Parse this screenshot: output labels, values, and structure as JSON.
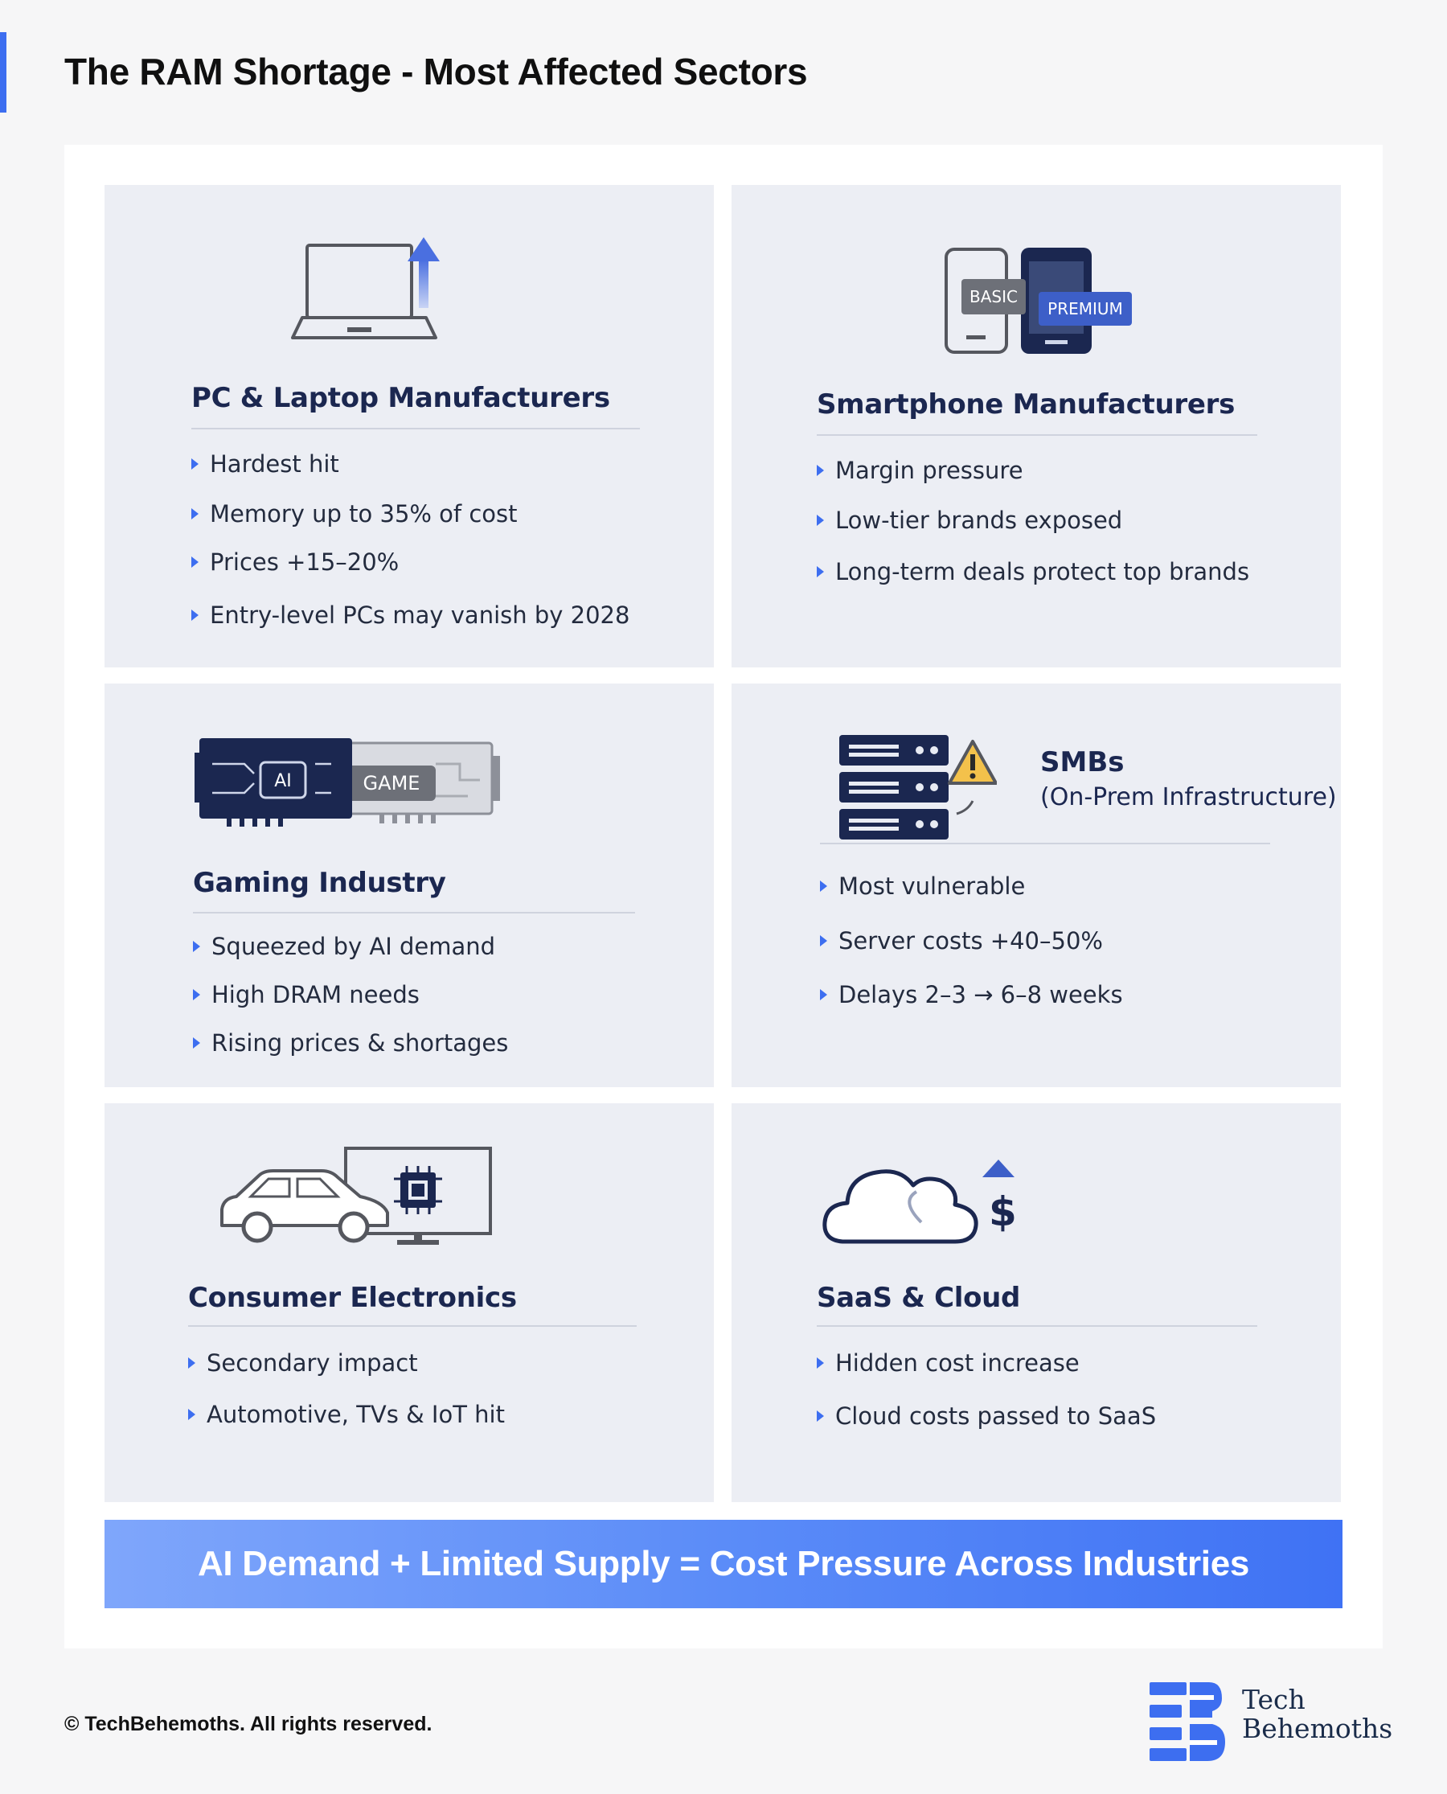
{
  "header": {
    "title": "The RAM Shortage - Most Affected Sectors"
  },
  "sectors": [
    {
      "title": "PC & Laptop Manufacturers",
      "icon": "laptop-arrow-up-icon",
      "bullets": [
        "Hardest hit",
        "Memory up to 35% of cost",
        "Prices +15–20%",
        "Entry-level PCs may vanish by 2028"
      ]
    },
    {
      "title": "Smartphone Manufacturers",
      "icon": "smartphones-icon",
      "icon_labels": {
        "basic": "BASIC",
        "premium": "PREMIUM"
      },
      "bullets": [
        "Margin pressure",
        "Low-tier brands exposed",
        "Long-term deals protect top brands"
      ]
    },
    {
      "title": "Gaming Industry",
      "icon": "gpu-cards-icon",
      "icon_labels": {
        "ai": "AI",
        "game": "GAME"
      },
      "bullets": [
        "Squeezed by AI demand",
        "High DRAM needs",
        "Rising prices & shortages"
      ]
    },
    {
      "title": "SMBs",
      "subtitle": "(On-Prem Infrastructure)",
      "icon": "server-warning-icon",
      "bullets": [
        "Most vulnerable",
        "Server costs +40–50%",
        "Delays 2–3 → 6–8 weeks"
      ]
    },
    {
      "title": "Consumer Electronics",
      "icon": "car-tv-chip-icon",
      "bullets": [
        "Secondary impact",
        "Automotive, TVs & IoT hit"
      ]
    },
    {
      "title": "SaaS & Cloud",
      "icon": "cloud-dollar-icon",
      "bullets": [
        "Hidden cost increase",
        "Cloud costs passed to SaaS"
      ]
    }
  ],
  "banner": {
    "text": "AI Demand + Limited Supply = Cost Pressure Across Industries"
  },
  "footer": {
    "copyright": "© TechBehemoths. All rights reserved.",
    "brand_line1": "Tech",
    "brand_line2": "Behemoths"
  },
  "colors": {
    "accent": "#3d6ef0",
    "navy": "#1b2750",
    "card_bg": "#eceef4"
  }
}
